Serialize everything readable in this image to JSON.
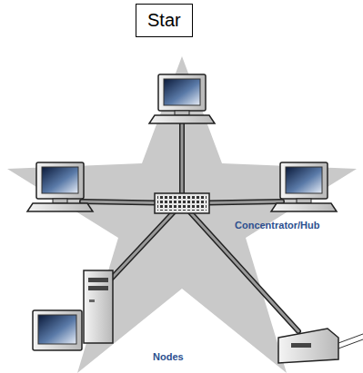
{
  "diagram": {
    "title": "Star",
    "labels": [
      "Concentrator/Hub",
      "Nodes"
    ]
  }
}
